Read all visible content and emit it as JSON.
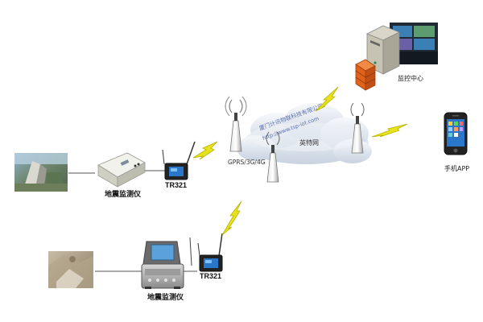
{
  "labels": {
    "monitor_center": "监控中心",
    "mobile_app": "手机APP",
    "network": "英特网",
    "gprs": "GPRS/3G/4G",
    "device_top": "TR321",
    "device_bottom": "TR321",
    "seismograph_top": "地震监测仪",
    "seismograph_bottom": "地震监测仪"
  },
  "watermark": {
    "line1": "厦门计讯物联科技有限公司",
    "line2": "http://www.tsp-iot.com"
  },
  "colors": {
    "lightning": "#e8e21a",
    "lightning_stroke": "#b9b200",
    "cloud": "#dfe6ef",
    "link_line": "#555555",
    "firewall": "#e0621c",
    "phone_body": "#222222",
    "screen_blue": "#2a76c9"
  }
}
